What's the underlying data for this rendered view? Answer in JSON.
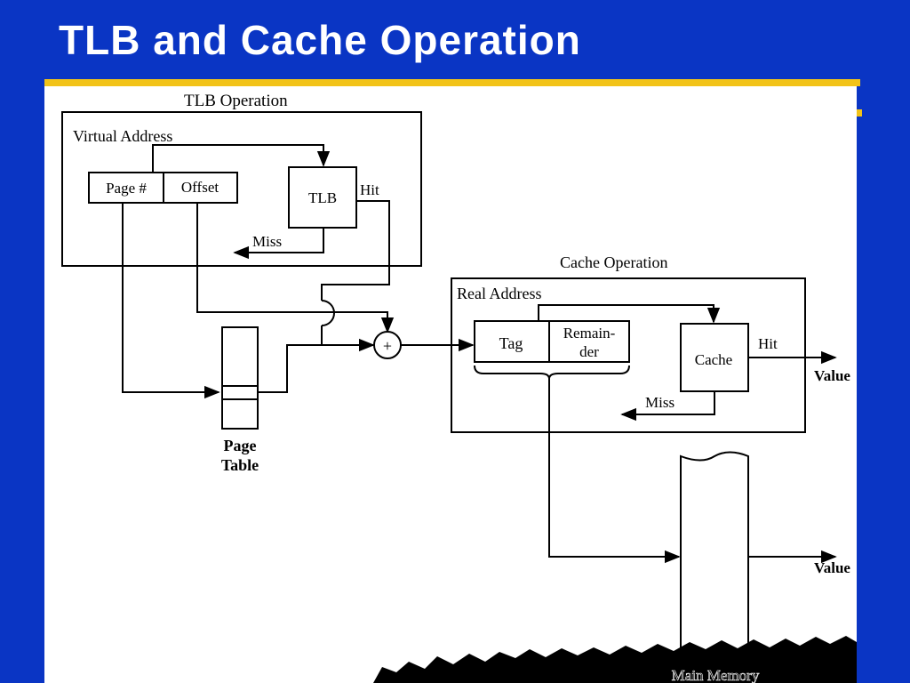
{
  "slide": {
    "title": "TLB and Cache Operation"
  },
  "colors": {
    "background": "#0a35c4",
    "accent": "#f2c318",
    "panel": "#ffffff",
    "ink": "#000000"
  },
  "diagram": {
    "tlb_operation": {
      "title": "TLB Operation",
      "virtual_address": "Virtual Address",
      "page_num": "Page #",
      "offset": "Offset",
      "tlb": "TLB",
      "hit": "Hit",
      "miss": "Miss"
    },
    "page_table": {
      "line1": "Page",
      "line2": "Table"
    },
    "adder": "+",
    "cache_operation": {
      "title": "Cache Operation",
      "real_address": "Real Address",
      "tag": "Tag",
      "remainder_line1": "Remain-",
      "remainder_line2": "der",
      "cache": "Cache",
      "hit": "Hit",
      "miss": "Miss",
      "value": "Value"
    },
    "main_memory": {
      "label": "Main Memory",
      "value": "Value"
    }
  }
}
